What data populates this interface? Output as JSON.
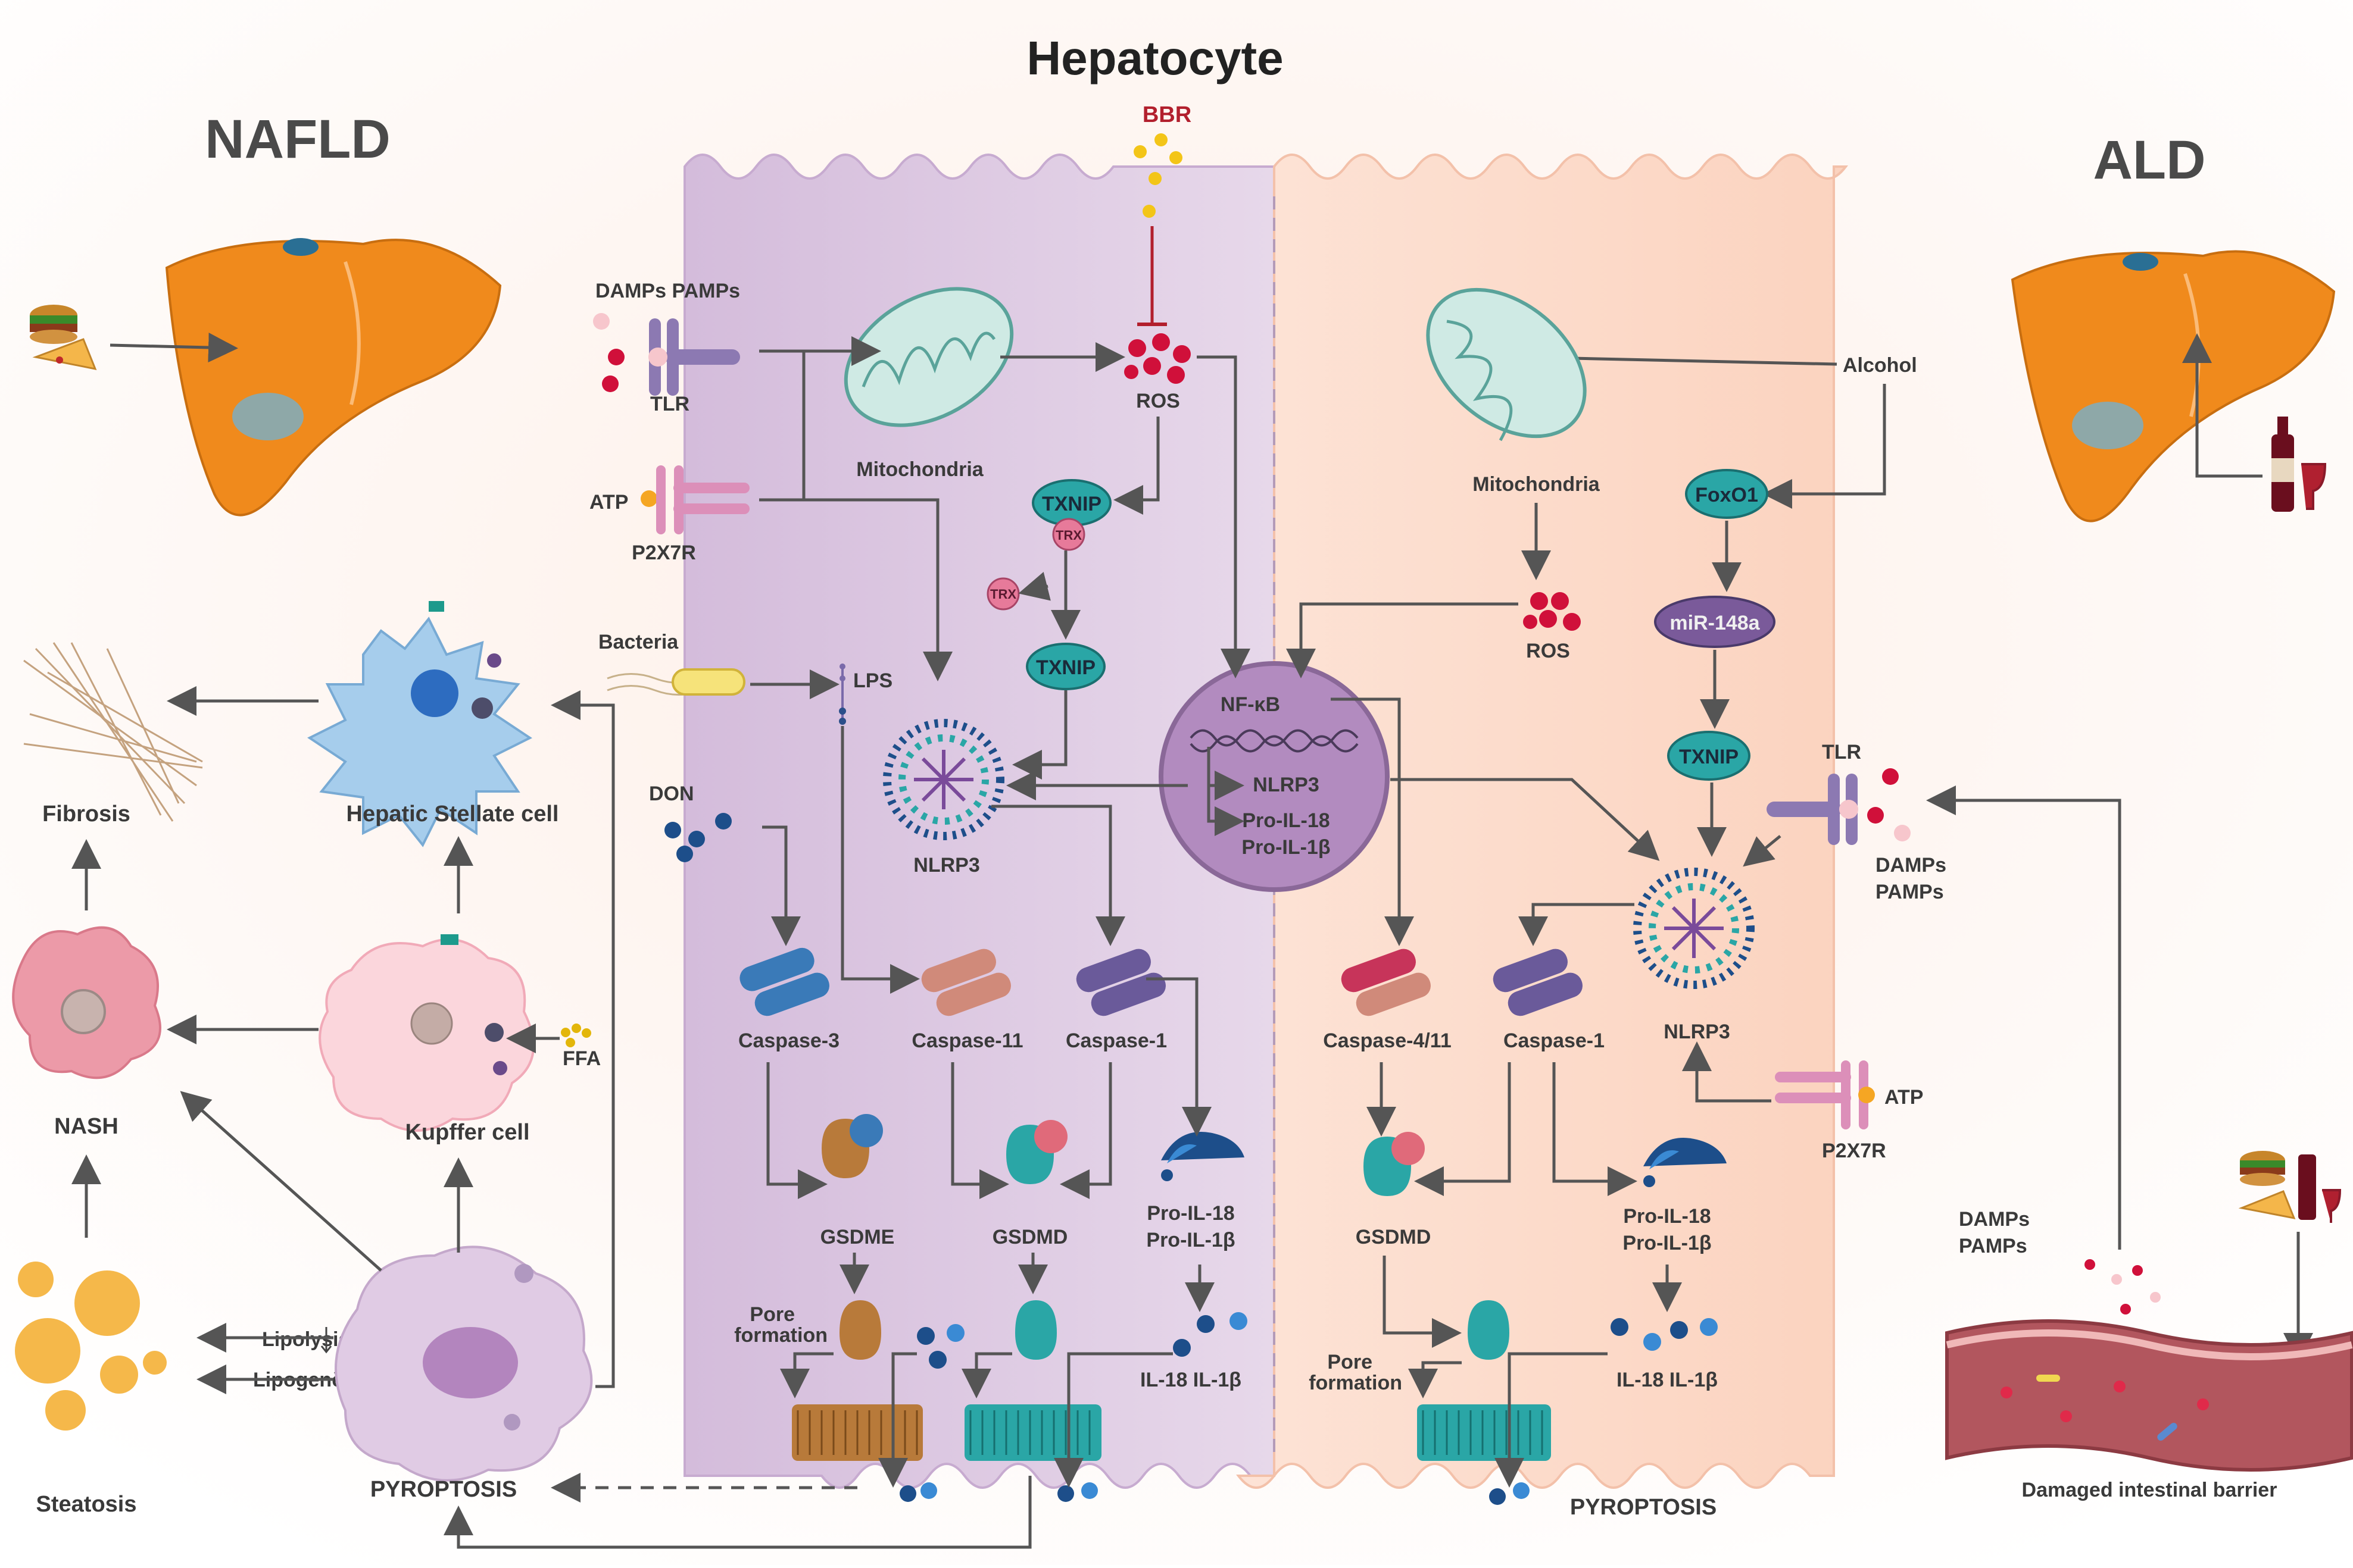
{
  "title": "Hepatocyte",
  "sides": {
    "left": "NAFLD",
    "right": "ALD"
  },
  "stimuli": {
    "bbr": "BBR",
    "damps_pamps": "DAMPs PAMPs",
    "damps": "DAMPs",
    "pamps": "PAMPs",
    "atp": "ATP",
    "bacteria": "Bacteria",
    "lps": "LPS",
    "don": "DON",
    "alcohol": "Alcohol",
    "ffa": "FFA"
  },
  "receptors": {
    "tlr": "TLR",
    "p2x7r": "P2X7R"
  },
  "organelles": {
    "mitochondria": "Mitochondria",
    "ros": "ROS"
  },
  "molecules": {
    "txnip": "TXNIP",
    "trx": "TRX",
    "nfkb": "NF-κB",
    "nlrp3": "NLRP3",
    "pro_il18": "Pro-IL-18",
    "pro_il1b": "Pro-IL-1β",
    "il_mature": "IL-18 IL-1β",
    "foxo1": "FoxO1",
    "mir148a": "miR-148a"
  },
  "caspases": {
    "c3": "Caspase-3",
    "c11": "Caspase-11",
    "c1": "Caspase-1",
    "c4_11": "Caspase-4/11"
  },
  "gasdermins": {
    "gsdme": "GSDME",
    "gsdmd": "GSDMD"
  },
  "pore": {
    "line1": "Pore",
    "line2": "formation"
  },
  "pyroptosis": "PYROPTOSIS",
  "cells": {
    "hsc": "Hepatic Stellate cell",
    "kupffer": "Kupffer cell"
  },
  "progression": {
    "fibrosis": "Fibrosis",
    "nash": "NASH",
    "steatosis": "Steatosis",
    "lipolysis": "Lipolysis",
    "lipogenesis": "Lipogenesis"
  },
  "intestine": "Damaged intestinal barrier",
  "colors": {
    "membrane_left": "#d9c3df",
    "membrane_right": "#fbd8c6",
    "ros": "#d0103a",
    "teal": "#2aa6a6",
    "purple": "#7a5a9a",
    "liver": "#f08a1c"
  }
}
